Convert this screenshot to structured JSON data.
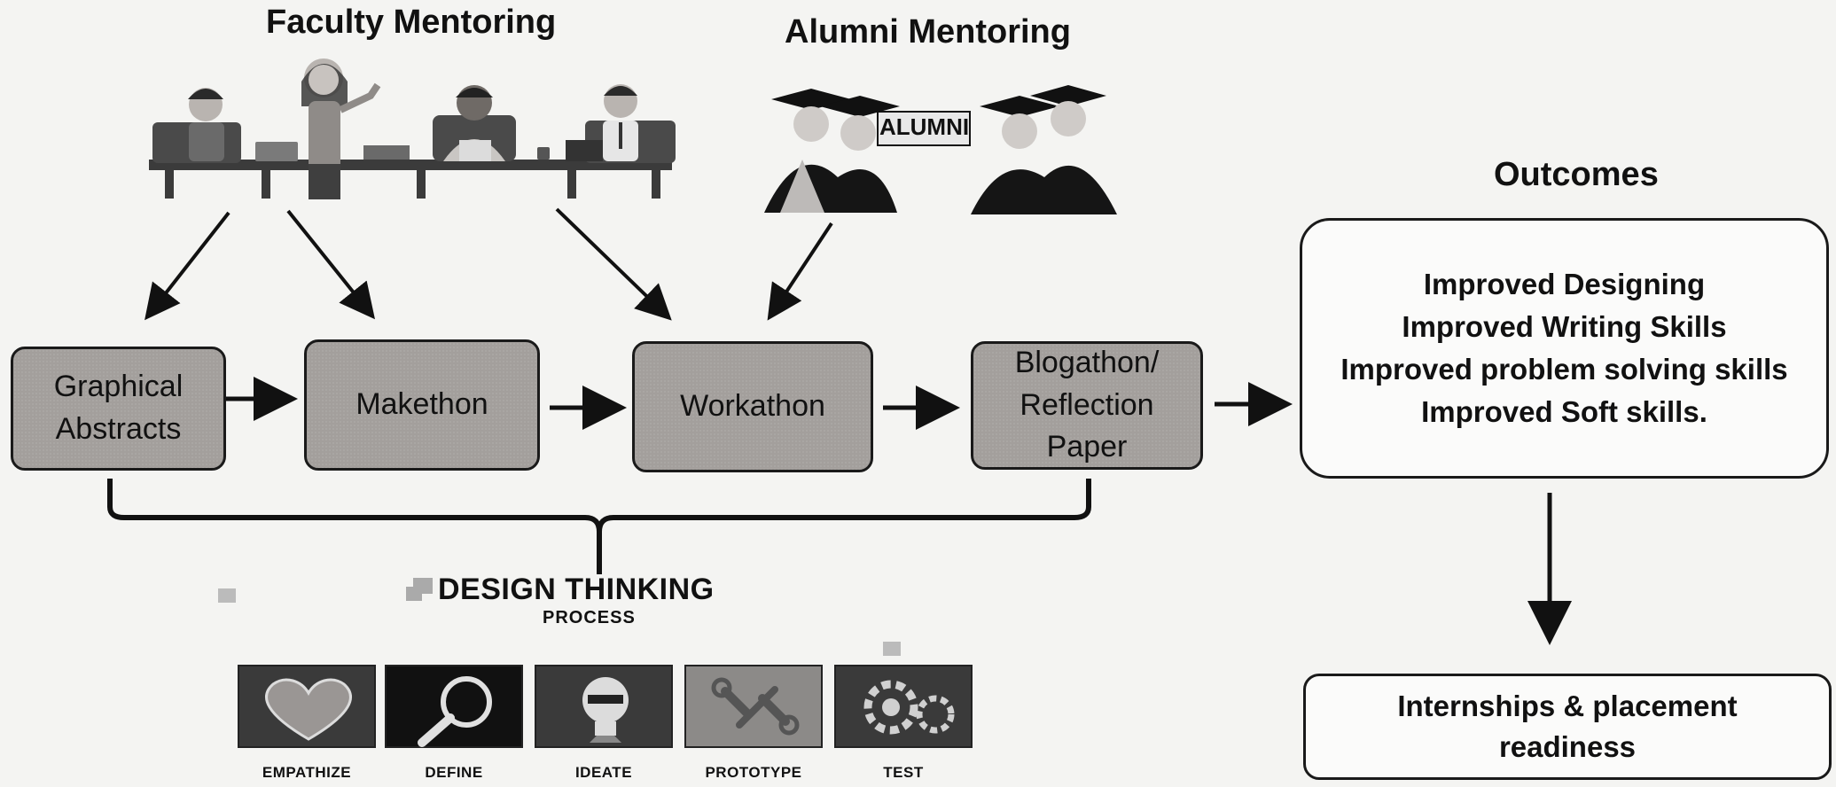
{
  "headings": {
    "faculty": "Faculty Mentoring",
    "alumni": "Alumni Mentoring",
    "outcomes": "Outcomes"
  },
  "alumni_sign": "ALUMNI",
  "process_steps": [
    {
      "label": "Graphical\nAbstracts"
    },
    {
      "label": "Makethon"
    },
    {
      "label": "Workathon"
    },
    {
      "label": "Blogathon/\nReflection\nPaper"
    }
  ],
  "outcomes_list": [
    "Improved Designing",
    "Improved Writing Skills",
    "Improved problem solving skills",
    "Improved Soft skills."
  ],
  "placement": "Internships & placement\nreadiness",
  "design_thinking": {
    "title": "DESIGN THINKING",
    "subtitle": "PROCESS",
    "steps": [
      "EMPATHIZE",
      "DEFINE",
      "IDEATE",
      "PROTOTYPE",
      "TEST"
    ]
  },
  "colors": {
    "process_fill": "#a39f9c",
    "stroke": "#1a1a1a",
    "background": "#f4f4f2"
  }
}
